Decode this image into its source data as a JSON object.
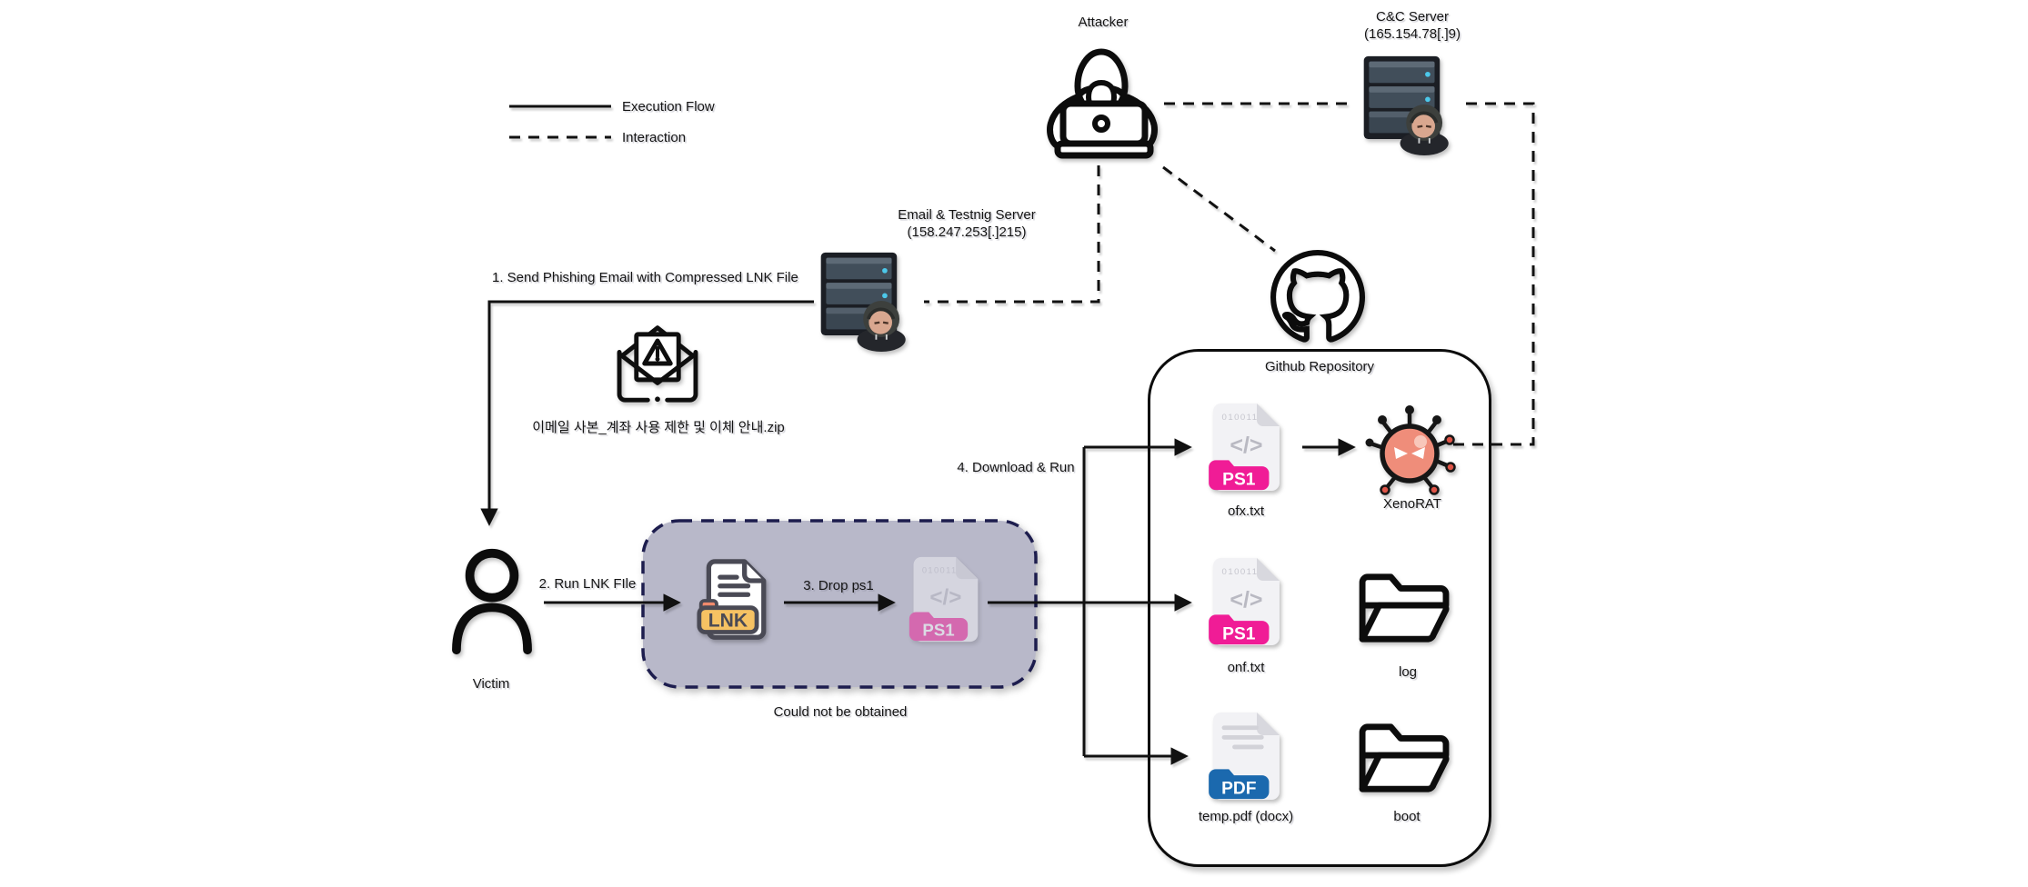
{
  "legend": {
    "execution_flow": "Execution Flow",
    "interaction": "Interaction"
  },
  "actors": {
    "attacker": "Attacker",
    "cnc_name": "C&C Server",
    "cnc_ip": "(165.154.78[.]9)",
    "email_name": "Email & Testnig Server",
    "email_ip": "(158.247.253[.]215)",
    "victim": "Victim"
  },
  "steps": {
    "s1": "1. Send Phishing Email with Compressed LNK File",
    "s2": "2. Run LNK FIle",
    "s3": "3. Drop ps1",
    "s4": "4. Download & Run"
  },
  "attachment": {
    "zip_name": "이메일 사본_계좌 사용 제한 및 이체 안내.zip"
  },
  "quarantine": {
    "note": "Could not be obtained"
  },
  "repo": {
    "title": "Github Repository",
    "files": {
      "ofx": "ofx.txt",
      "onf": "onf.txt",
      "temp": "temp.pdf (docx)",
      "xenorat": "XenoRAT",
      "log": "log",
      "boot": "boot"
    }
  },
  "badges": {
    "ps1": "PS1",
    "pdf": "PDF",
    "lnk": "LNK",
    "bits": "010011",
    "code": "</>"
  },
  "colors": {
    "ps1_pink": "#F01C96",
    "pdf_blue": "#1B69AE",
    "lnk_orange": "#F6C263",
    "virus_body": "#EF8D7A",
    "quarantine_fill": "#B8B8C9",
    "quarantine_border": "#1D1D4E",
    "line_black": "#111111"
  }
}
